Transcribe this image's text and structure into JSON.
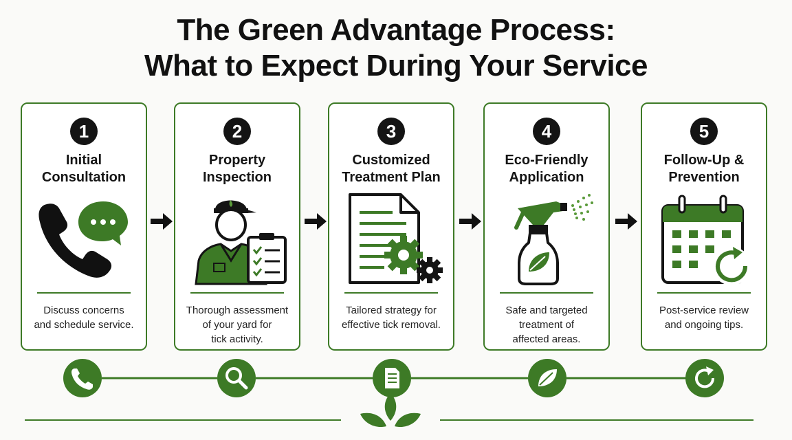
{
  "title": {
    "line1": "The Green Advantage Process:",
    "line2": "What to Expect During Your Service"
  },
  "colors": {
    "accent": "#3d7a26",
    "dark": "#141414",
    "light_green": "#5a9a3a"
  },
  "steps": [
    {
      "number": "1",
      "title_line1": "Initial",
      "title_line2": "Consultation",
      "desc_line1": "Discuss concerns",
      "desc_line2": "and schedule service.",
      "desc_line3": "",
      "icon": "phone-chat-icon",
      "timeline_icon": "phone-icon"
    },
    {
      "number": "2",
      "title_line1": "Property",
      "title_line2": "Inspection",
      "desc_line1": "Thorough assessment",
      "desc_line2": "of your yard for",
      "desc_line3": "tick activity.",
      "icon": "inspector-clipboard-icon",
      "timeline_icon": "magnifier-icon"
    },
    {
      "number": "3",
      "title_line1": "Customized",
      "title_line2": "Treatment Plan",
      "desc_line1": "Tailored strategy for",
      "desc_line2": "effective tick removal.",
      "desc_line3": "",
      "icon": "document-gears-icon",
      "timeline_icon": "document-icon"
    },
    {
      "number": "4",
      "title_line1": "Eco-Friendly",
      "title_line2": "Application",
      "desc_line1": "Safe and targeted",
      "desc_line2": "treatment of",
      "desc_line3": "affected areas.",
      "icon": "spray-bottle-icon",
      "timeline_icon": "leaf-icon"
    },
    {
      "number": "5",
      "title_line1": "Follow-Up &",
      "title_line2": "Prevention",
      "desc_line1": "Post-service review",
      "desc_line2": "and ongoing tips.",
      "desc_line3": "",
      "icon": "calendar-refresh-icon",
      "timeline_icon": "refresh-icon"
    }
  ]
}
